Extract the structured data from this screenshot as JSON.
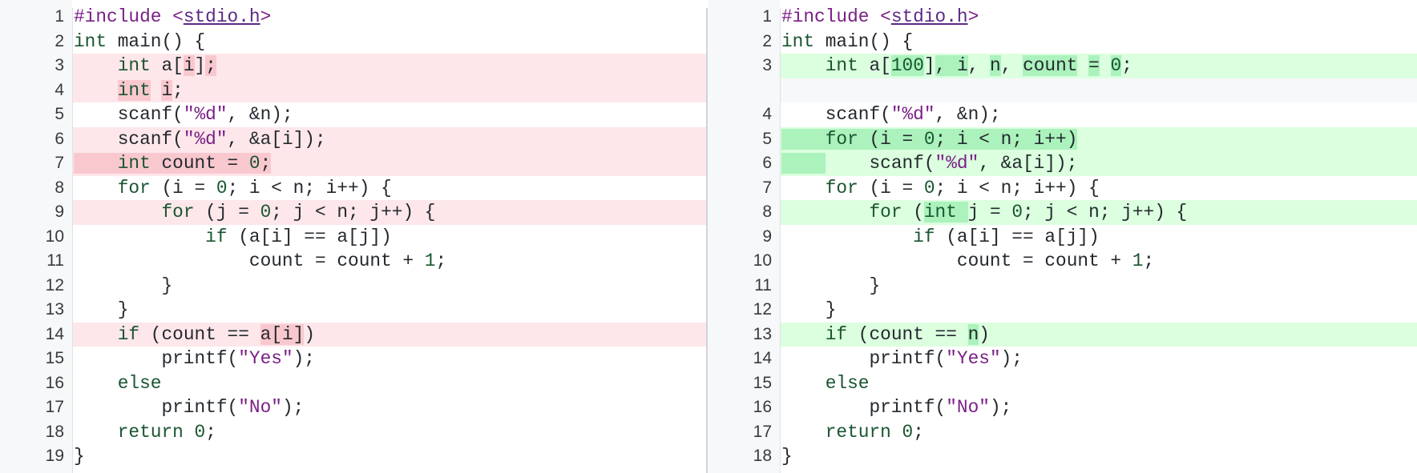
{
  "left": {
    "lines": [
      {
        "n": "1",
        "type": "ctx",
        "tokens": [
          [
            "#include ",
            "inc"
          ],
          [
            "<",
            "inc"
          ],
          [
            "stdio.h",
            "inc-link"
          ],
          [
            ">",
            "inc"
          ]
        ]
      },
      {
        "n": "2",
        "type": "ctx",
        "tokens": [
          [
            "int",
            "kw"
          ],
          [
            " main() {",
            ""
          ]
        ]
      },
      {
        "n": "3",
        "type": "del",
        "tokens": [
          [
            "    ",
            ""
          ],
          [
            "int",
            "kw"
          ],
          [
            " a[",
            ""
          ],
          [
            "i",
            "hl"
          ],
          [
            "]",
            ""
          ],
          [
            ";",
            "hl"
          ]
        ]
      },
      {
        "n": "4",
        "type": "del",
        "tokens": [
          [
            "    ",
            ""
          ],
          [
            "int",
            "kw hl"
          ],
          [
            " ",
            ""
          ],
          [
            "i",
            "hl"
          ],
          [
            ";",
            ""
          ]
        ]
      },
      {
        "n": "5",
        "type": "ctx",
        "tokens": [
          [
            "    scanf(",
            ""
          ],
          [
            "\"%d\"",
            "str"
          ],
          [
            ", &n);",
            ""
          ]
        ]
      },
      {
        "n": "6",
        "type": "del",
        "tokens": [
          [
            "    scanf(",
            ""
          ],
          [
            "\"%d\"",
            "str"
          ],
          [
            ", &a[i]);",
            ""
          ]
        ]
      },
      {
        "n": "7",
        "type": "del",
        "tokens": [
          [
            "    ",
            "hl"
          ],
          [
            "int",
            "kw hl"
          ],
          [
            " count = ",
            "hl"
          ],
          [
            "0",
            "num-lit hl"
          ],
          [
            ";",
            "hl"
          ]
        ]
      },
      {
        "n": "8",
        "type": "ctx",
        "tokens": [
          [
            "    ",
            ""
          ],
          [
            "for",
            "kw"
          ],
          [
            " (i = ",
            ""
          ],
          [
            "0",
            "num-lit"
          ],
          [
            "; i < n; i++) {",
            ""
          ]
        ]
      },
      {
        "n": "9",
        "type": "del",
        "tokens": [
          [
            "        ",
            ""
          ],
          [
            "for",
            "kw"
          ],
          [
            " (j = ",
            ""
          ],
          [
            "0",
            "num-lit"
          ],
          [
            "; j < n; j++) {",
            ""
          ]
        ]
      },
      {
        "n": "10",
        "type": "ctx",
        "tokens": [
          [
            "            ",
            ""
          ],
          [
            "if",
            "kw"
          ],
          [
            " (a[i] == a[j])",
            ""
          ]
        ]
      },
      {
        "n": "11",
        "type": "ctx",
        "tokens": [
          [
            "                count = count + ",
            ""
          ],
          [
            "1",
            "num-lit"
          ],
          [
            ";",
            ""
          ]
        ]
      },
      {
        "n": "12",
        "type": "ctx",
        "tokens": [
          [
            "        }",
            ""
          ]
        ]
      },
      {
        "n": "13",
        "type": "ctx",
        "tokens": [
          [
            "    }",
            ""
          ]
        ]
      },
      {
        "n": "14",
        "type": "del",
        "tokens": [
          [
            "    ",
            ""
          ],
          [
            "if",
            "kw"
          ],
          [
            " (count == ",
            ""
          ],
          [
            "a[i]",
            "hl"
          ],
          [
            ")",
            ""
          ]
        ]
      },
      {
        "n": "15",
        "type": "ctx",
        "tokens": [
          [
            "        printf(",
            ""
          ],
          [
            "\"Yes\"",
            "str"
          ],
          [
            ");",
            ""
          ]
        ]
      },
      {
        "n": "16",
        "type": "ctx",
        "tokens": [
          [
            "    ",
            ""
          ],
          [
            "else",
            "kw"
          ]
        ]
      },
      {
        "n": "17",
        "type": "ctx",
        "tokens": [
          [
            "        printf(",
            ""
          ],
          [
            "\"No\"",
            "str"
          ],
          [
            ");",
            ""
          ]
        ]
      },
      {
        "n": "18",
        "type": "ctx",
        "tokens": [
          [
            "    ",
            ""
          ],
          [
            "return",
            "kw"
          ],
          [
            " ",
            ""
          ],
          [
            "0",
            "num-lit"
          ],
          [
            ";",
            ""
          ]
        ]
      },
      {
        "n": "19",
        "type": "ctx",
        "tokens": [
          [
            "}",
            ""
          ]
        ]
      }
    ]
  },
  "right": {
    "lines": [
      {
        "n": "1",
        "type": "ctx",
        "tokens": [
          [
            "#include ",
            "inc"
          ],
          [
            "<",
            "inc"
          ],
          [
            "stdio.h",
            "inc-link"
          ],
          [
            ">",
            "inc"
          ]
        ]
      },
      {
        "n": "2",
        "type": "ctx",
        "tokens": [
          [
            "int",
            "kw"
          ],
          [
            " main() {",
            ""
          ]
        ]
      },
      {
        "n": "3",
        "type": "add",
        "tokens": [
          [
            "    ",
            ""
          ],
          [
            "int",
            "kw"
          ],
          [
            " a[",
            ""
          ],
          [
            "100",
            "num-lit hl"
          ],
          [
            "]",
            ""
          ],
          [
            ", ",
            "hl"
          ],
          [
            "i",
            "hl"
          ],
          [
            ", ",
            ""
          ],
          [
            "n",
            "hl"
          ],
          [
            ", ",
            ""
          ],
          [
            "count",
            "hl"
          ],
          [
            " ",
            ""
          ],
          [
            "=",
            "hl"
          ],
          [
            " ",
            ""
          ],
          [
            "0",
            "num-lit hl"
          ],
          [
            ";",
            ""
          ]
        ]
      },
      {
        "n": "",
        "type": "gap",
        "tokens": []
      },
      {
        "n": "4",
        "type": "ctx",
        "tokens": [
          [
            "    scanf(",
            ""
          ],
          [
            "\"%d\"",
            "str"
          ],
          [
            ", &n);",
            ""
          ]
        ]
      },
      {
        "n": "5",
        "type": "add",
        "tokens": [
          [
            "    ",
            "hl"
          ],
          [
            "for",
            "kw hl"
          ],
          [
            " (i = ",
            "hl"
          ],
          [
            "0",
            "num-lit hl"
          ],
          [
            "; i < n; i++)",
            "hl"
          ]
        ]
      },
      {
        "n": "6",
        "type": "add",
        "tokens": [
          [
            "    ",
            "hl"
          ],
          [
            "    scanf(",
            ""
          ],
          [
            "\"%d\"",
            "str"
          ],
          [
            ", &a[i]);",
            ""
          ]
        ]
      },
      {
        "n": "7",
        "type": "ctx",
        "tokens": [
          [
            "    ",
            ""
          ],
          [
            "for",
            "kw"
          ],
          [
            " (i = ",
            ""
          ],
          [
            "0",
            "num-lit"
          ],
          [
            "; i < n; i++) {",
            ""
          ]
        ]
      },
      {
        "n": "8",
        "type": "add",
        "tokens": [
          [
            "        ",
            ""
          ],
          [
            "for",
            "kw"
          ],
          [
            " (",
            ""
          ],
          [
            "int ",
            "kw hl"
          ],
          [
            "j = ",
            ""
          ],
          [
            "0",
            "num-lit"
          ],
          [
            "; j < n; j++) {",
            ""
          ]
        ]
      },
      {
        "n": "9",
        "type": "ctx",
        "tokens": [
          [
            "            ",
            ""
          ],
          [
            "if",
            "kw"
          ],
          [
            " (a[i] == a[j])",
            ""
          ]
        ]
      },
      {
        "n": "10",
        "type": "ctx",
        "tokens": [
          [
            "                count = count + ",
            ""
          ],
          [
            "1",
            "num-lit"
          ],
          [
            ";",
            ""
          ]
        ]
      },
      {
        "n": "11",
        "type": "ctx",
        "tokens": [
          [
            "        }",
            ""
          ]
        ]
      },
      {
        "n": "12",
        "type": "ctx",
        "tokens": [
          [
            "    }",
            ""
          ]
        ]
      },
      {
        "n": "13",
        "type": "add",
        "tokens": [
          [
            "    ",
            ""
          ],
          [
            "if",
            "kw"
          ],
          [
            " (count == ",
            ""
          ],
          [
            "n",
            "hl"
          ],
          [
            ")",
            ""
          ]
        ]
      },
      {
        "n": "14",
        "type": "ctx",
        "tokens": [
          [
            "        printf(",
            ""
          ],
          [
            "\"Yes\"",
            "str"
          ],
          [
            ");",
            ""
          ]
        ]
      },
      {
        "n": "15",
        "type": "ctx",
        "tokens": [
          [
            "    ",
            ""
          ],
          [
            "else",
            "kw"
          ]
        ]
      },
      {
        "n": "16",
        "type": "ctx",
        "tokens": [
          [
            "        printf(",
            ""
          ],
          [
            "\"No\"",
            "str"
          ],
          [
            ");",
            ""
          ]
        ]
      },
      {
        "n": "17",
        "type": "ctx",
        "tokens": [
          [
            "    ",
            ""
          ],
          [
            "return",
            "kw"
          ],
          [
            " ",
            ""
          ],
          [
            "0",
            "num-lit"
          ],
          [
            ";",
            ""
          ]
        ]
      },
      {
        "n": "18",
        "type": "ctx",
        "tokens": [
          [
            "}",
            ""
          ]
        ]
      }
    ]
  }
}
